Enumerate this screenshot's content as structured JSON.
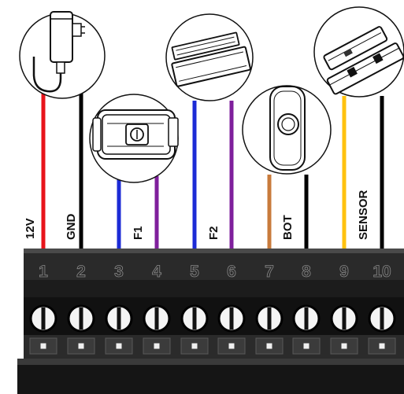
{
  "diagram": {
    "terminals": [
      {
        "number": "1",
        "label": "12V",
        "wire_color": "#e8141b"
      },
      {
        "number": "2",
        "label": "GND",
        "wire_color": "#000000"
      },
      {
        "number": "3",
        "label": "F1",
        "wire_color": "#1c2bd6"
      },
      {
        "number": "4",
        "label": "",
        "wire_color": "#7f1f9c"
      },
      {
        "number": "5",
        "label": "F2",
        "wire_color": "#1c2bd6"
      },
      {
        "number": "6",
        "label": "",
        "wire_color": "#7f1f9c"
      },
      {
        "number": "7",
        "label": "BOT",
        "wire_color": "#c87b3c"
      },
      {
        "number": "8",
        "label": "",
        "wire_color": "#000000"
      },
      {
        "number": "9",
        "label": "SENSOR",
        "wire_color": "#ffc20e"
      },
      {
        "number": "10",
        "label": "",
        "wire_color": "#000000"
      }
    ],
    "devices": [
      {
        "icon": "power-adapter-icon"
      },
      {
        "icon": "electric-lock-icon"
      },
      {
        "icon": "magnetic-lock-icon"
      },
      {
        "icon": "exit-button-icon"
      },
      {
        "icon": "door-sensor-icon"
      }
    ]
  }
}
